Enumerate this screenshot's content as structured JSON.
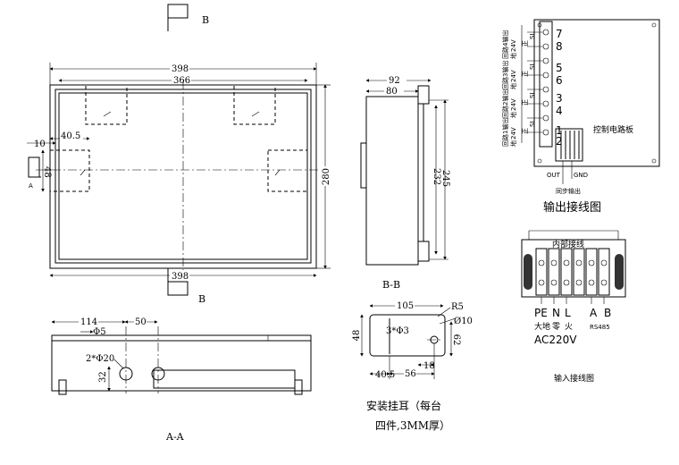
{
  "front_view": {
    "section_mark_top": "B",
    "section_mark_bottom": "B",
    "section_mark_left": "A",
    "dim_overall_width": "398",
    "dim_inner_width": "366",
    "dim_bottom_width": "398",
    "dim_height": "280",
    "dim_left_offset": "10",
    "dim_bracket_offset": "40.5",
    "dim_bracket_height": "48"
  },
  "side_view": {
    "title": "B-B",
    "dim_depth_outer": "92",
    "dim_depth_inner": "80",
    "dim_height_a": "232",
    "dim_height_b": "245"
  },
  "bottom_view": {
    "title": "A-A",
    "dim_hole_offset": "114",
    "dim_small_hole": "Φ5",
    "dim_spacing": "50",
    "dim_big_holes": "2*Φ20",
    "dim_hole_height": "32"
  },
  "bracket": {
    "dim_width": "105",
    "dim_radius": "R5",
    "dim_hole": "Ø10",
    "dim_slot": "3*Φ3",
    "dim_left_height": "48",
    "dim_right_height": "62",
    "dim_bottom_left": "40.5",
    "dim_bottom_right": "56",
    "dim_gap": "18",
    "caption_line1": "安装挂耳（每台",
    "caption_line2": "四件,3MM厚）"
  },
  "output_wiring": {
    "title": "输出接线图",
    "board_label": "控制电路板",
    "terminal_numbers": [
      "7",
      "8",
      "5",
      "6",
      "3",
      "4",
      "1",
      "2"
    ],
    "channels": [
      {
        "name": "回路4输出",
        "ground": "地",
        "voltage": "24V",
        "tag_a": "正",
        "tag_b": "SL"
      },
      {
        "name": "回路3输出",
        "ground": "地",
        "voltage": "24V",
        "tag_a": "正",
        "tag_b": "SL"
      },
      {
        "name": "回路2输出",
        "ground": "地",
        "voltage": "24V",
        "tag_a": "正",
        "tag_b": "SL"
      },
      {
        "name": "回路1输出",
        "ground": "地",
        "voltage": "24V",
        "tag_a": "正",
        "tag_b": "SL"
      }
    ],
    "out_label": "OUT",
    "gnd_label": "GND",
    "sync_label": "同步输出"
  },
  "input_wiring": {
    "title": "输入接线图",
    "internal_label": "内部接线",
    "pins": [
      "PE",
      "N",
      "L",
      "A",
      "B"
    ],
    "pin_desc": [
      "大地",
      "零",
      "火"
    ],
    "rs485": "RS485",
    "voltage": "AC220V"
  }
}
